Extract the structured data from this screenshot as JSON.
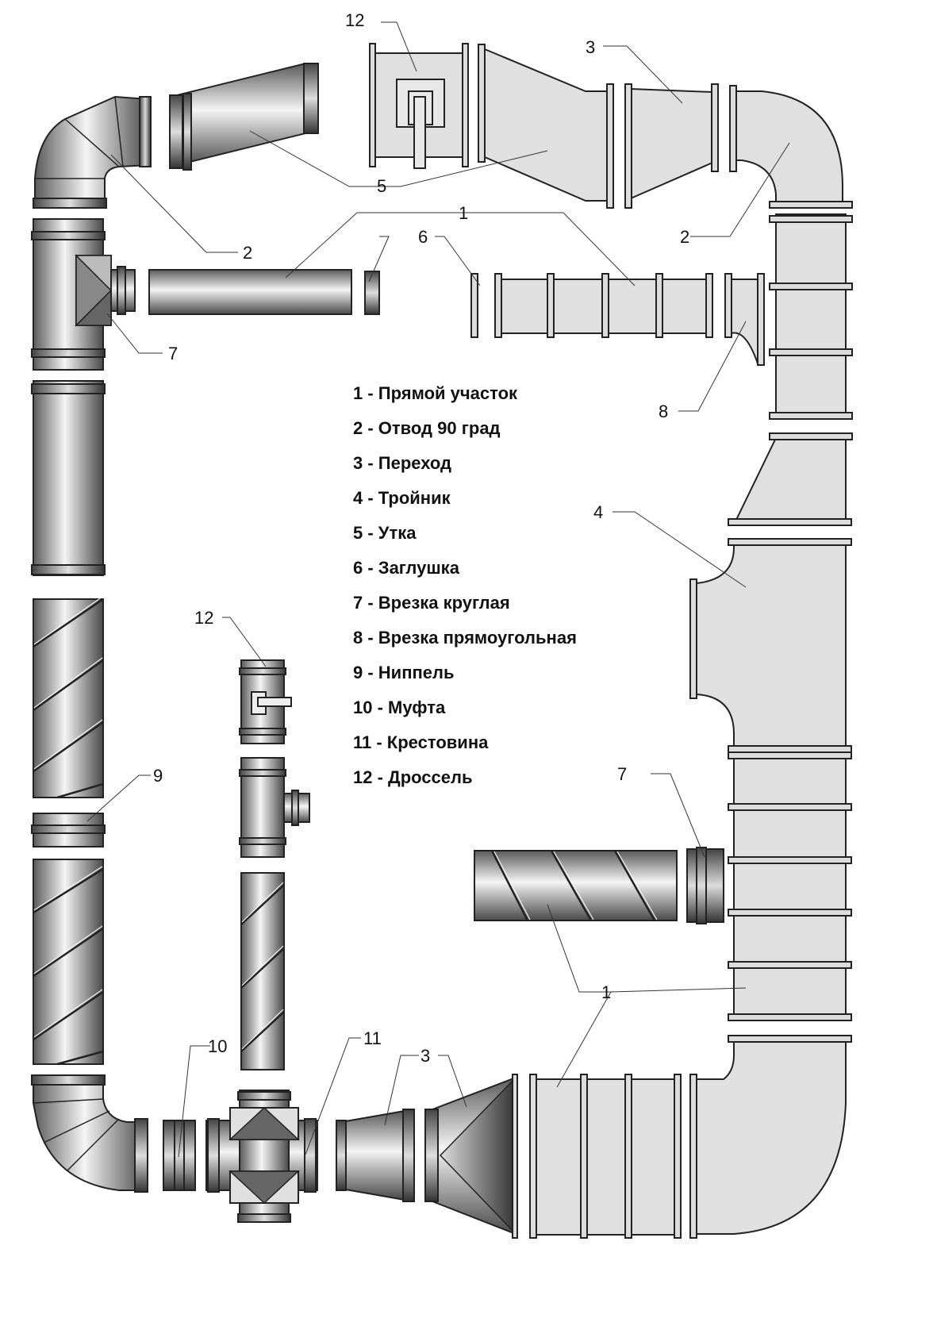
{
  "callouts": {
    "n1a": "1",
    "n1b": "1",
    "n2a": "2",
    "n2b": "2",
    "n3a": "3",
    "n3b": "3",
    "n4": "4",
    "n5": "5",
    "n6": "6",
    "n7a": "7",
    "n7b": "7",
    "n8": "8",
    "n9": "9",
    "n10": "10",
    "n11": "11",
    "n12a": "12",
    "n12b": "12"
  },
  "legend": [
    "1 - Прямой участок",
    "2 - Отвод 90 град",
    "3 - Переход",
    "4 - Тройник",
    "5 - Утка",
    "6 - Заглушка",
    "7 - Врезка круглая",
    "8 - Врезка прямоугольная",
    "9 - Ниппель",
    "10 - Муфта",
    "11 - Крестовина",
    "12 - Дроссель"
  ],
  "colors": {
    "metal_dark": "#555555",
    "metal_light": "#f5f5f5",
    "square_duct": "#e0e0e0",
    "outline": "#222222"
  }
}
